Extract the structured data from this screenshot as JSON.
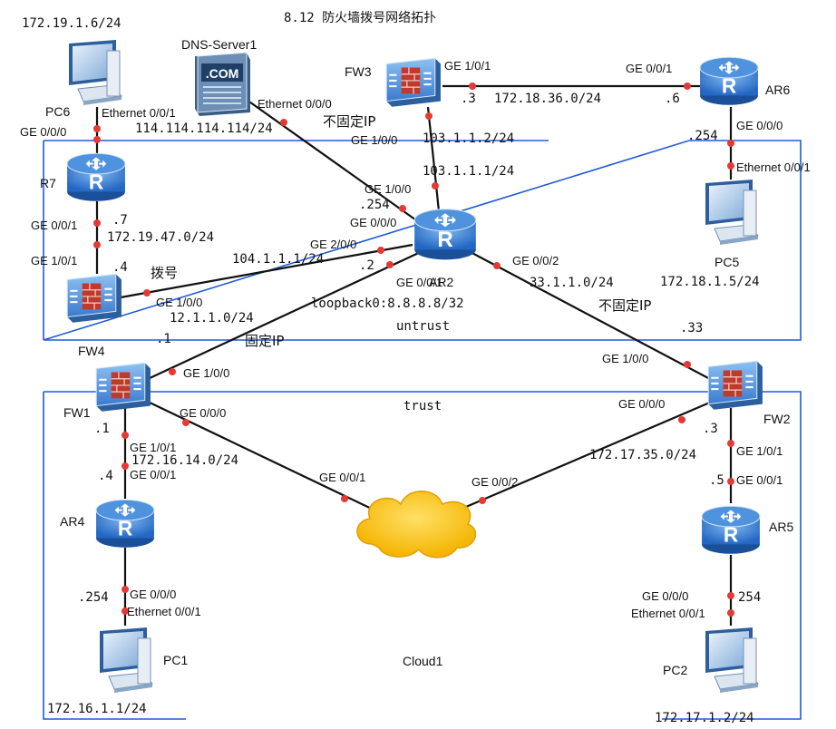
{
  "title": "8.12 防火墙拨号网络拓扑",
  "zones": {
    "untrust": "untrust",
    "trust": "trust"
  },
  "nodes": {
    "pc6": "PC6",
    "dns": "DNS-Server1",
    "fw3": "FW3",
    "ar6": "AR6",
    "r7": "R7",
    "ar2": "AR2",
    "pc5": "PC5",
    "fw4": "FW4",
    "fw1": "FW1",
    "fw2": "FW2",
    "ar4": "AR4",
    "ar5": "AR5",
    "cloud": "Cloud1",
    "pc1": "PC1",
    "pc2": "PC2",
    "dns_text": ".COM"
  },
  "labels": {
    "pc6_ip": "172.19.1.6/24",
    "pc6_eth": "Ethernet 0/0/1",
    "r7_ge000": "GE 0/0/0",
    "dns_eth": "Ethernet 0/0/0",
    "dns_ip": "114.114.114.114/24",
    "fw3_ge101": "GE 1/0/1",
    "ar6_ge001": "GE 0/0/1",
    "fw3_dot3": ".3",
    "net_36": "172.18.36.0/24",
    "ar6_dot6": ".6",
    "nonfixed_ip_1": "不固定IP",
    "fw3_ge100": "GE 1/0/0",
    "fw3_ip": "103.1.1.2/24",
    "ar6_ge000": "GE 0/0/0",
    "ar6_254": ".254",
    "ar2_ip_103": "103.1.1.1/24",
    "pc5_eth": "Ethernet 0/0/1",
    "ar2_ge100": "GE 1/0/0",
    "ar2_254": ".254",
    "r7_ge001": "GE 0/0/1",
    "r7_dot7": ".7",
    "ar2_ge000": "GE 0/0/0",
    "net_47": "172.19.47.0/24",
    "ar2_ge200": "GE 2/0/0",
    "fw4_ge101": "GE 1/0/1",
    "fw4_dot4": ".4",
    "dial": "拨号",
    "net_104": "104.1.1.1/24",
    "ar2_dot2": ".2",
    "ar2_ge001": "GE 0/0/1",
    "ar2_ge002": "GE 0/0/2",
    "net_33": "33.1.1.0/24",
    "pc5_ip": "172.18.1.5/24",
    "fw4_ge100": "GE 1/0/0",
    "loopback": "loopback0:8.8.8.8/32",
    "nonfixed_ip_2": "不固定IP",
    "net_12": "12.1.1.0/24",
    "fw2_dot33": ".33",
    "fw1_dot1a": ".1",
    "fixed_ip": "固定IP",
    "fw1_ge100": "GE 1/0/0",
    "fw2_ge100": "GE 1/0/0",
    "fw1_ge000": "GE 0/0/0",
    "fw2_ge000": "GE 0/0/0",
    "fw1_dot1b": ".1",
    "fw2_dot3": ".3",
    "fw1_ge101": "GE 1/0/1",
    "net_14": "172.16.14.0/24",
    "net_35": "172.17.35.0/24",
    "fw2_ge101": "GE 1/0/1",
    "ar4_ge001": "GE 0/0/1",
    "ar4_dot4": ".4",
    "ar5_ge001": "GE 0/0/1",
    "ar5_dot5": ".5",
    "cloud_ge001": "GE 0/0/1",
    "cloud_ge002": "GE 0/0/2",
    "ar4_ge000": "GE 0/0/0",
    "ar4_254": ".254",
    "pc1_eth": "Ethernet 0/0/1",
    "ar5_ge000": "GE 0/0/0",
    "ar5_254": "254",
    "pc2_eth": "Ethernet 0/0/1",
    "pc1_ip": "172.16.1.1/24",
    "pc2_ip": "172.17.1.2/24"
  },
  "colors": {
    "zone_border": "#1e5bd6",
    "link": "#111111",
    "port_dot": "#e53935",
    "device_blue": "#2f73c9",
    "firewall_red": "#c0392b"
  }
}
